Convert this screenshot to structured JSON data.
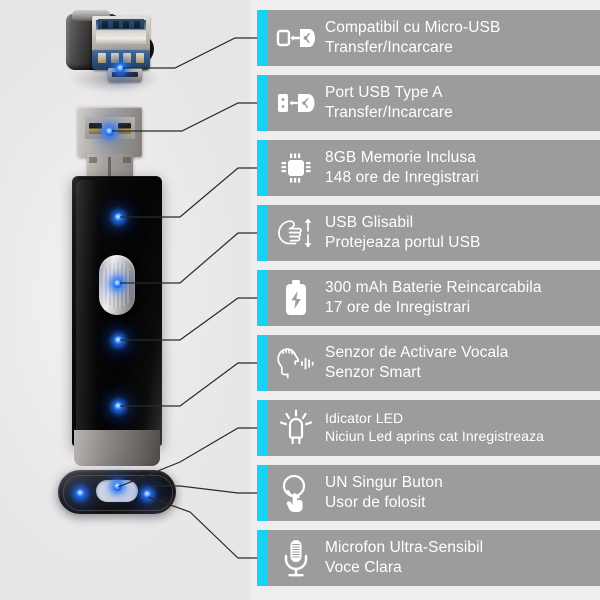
{
  "page": {
    "title": "USB Voice Recorder Feature Callouts",
    "background_color": "#efeeee",
    "accent_color": "#16d2f5",
    "panel_color": "#9c9c9c",
    "text_color": "#ffffff",
    "led_color": "#1a6ef5"
  },
  "product": {
    "name": "usb-voice-recorder",
    "parts": [
      {
        "name": "micro-usb-otg-adapter-photo"
      },
      {
        "name": "usb-type-a-connector"
      },
      {
        "name": "black-body"
      },
      {
        "name": "slider-button"
      },
      {
        "name": "bottom-cap-keyring"
      }
    ]
  },
  "callouts": [
    {
      "icon": "micro-usb-plug-icon",
      "line1": "Compatibil cu Micro-USB",
      "line2": "Transfer/Incarcare"
    },
    {
      "icon": "usb-type-a-plug-icon",
      "line1": "Port USB Type A",
      "line2": "Transfer/Incarcare"
    },
    {
      "icon": "memory-chip-icon",
      "line1": "8GB Memorie Inclusa",
      "line2": "148 ore de Inregistrari"
    },
    {
      "icon": "sliding-hand-icon",
      "line1": "USB Glisabil",
      "line2": "Protejeaza portul USB"
    },
    {
      "icon": "battery-charge-icon",
      "line1": "300 mAh Baterie Reincarcabila",
      "line2": "17 ore de Inregistrari"
    },
    {
      "icon": "voice-activation-head-icon",
      "line1": "Senzor de Activare Vocala",
      "line2": "Senzor Smart"
    },
    {
      "icon": "led-indicator-icon",
      "line1": "Idicator LED",
      "line2": "Niciun Led aprins cat Inregistreaza"
    },
    {
      "icon": "single-button-hand-icon",
      "line1": "UN Singur Buton",
      "line2": "Usor de folosit"
    },
    {
      "icon": "microphone-icon",
      "line1": "Microfon Ultra-Sensibil",
      "line2": "Voce Clara"
    }
  ]
}
